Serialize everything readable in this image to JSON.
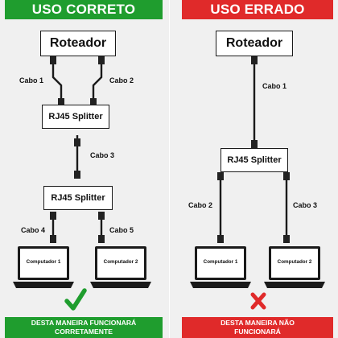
{
  "left": {
    "title": "USO CORRETO",
    "title_color": "#1f9d2e",
    "router_label": "Roteador",
    "splitter1_label": "RJ45 Splitter",
    "splitter2_label": "RJ45 Splitter",
    "cables": [
      "Cabo 1",
      "Cabo 2",
      "Cabo 3",
      "Cabo 4",
      "Cabo 5"
    ],
    "computers": [
      "Computador 1",
      "Computador 2"
    ],
    "result_icon": "checkmark-icon",
    "footer_line1": "DESTA MANEIRA FUNCIONARÁ",
    "footer_line2": "CORRETAMENTE",
    "footer_color": "#1f9d2e"
  },
  "right": {
    "title": "USO ERRADO",
    "title_color": "#e02a2a",
    "router_label": "Roteador",
    "splitter_label": "RJ45 Splitter",
    "cables": [
      "Cabo 1",
      "Cabo 2",
      "Cabo 3"
    ],
    "computers": [
      "Computador 1",
      "Computador 2"
    ],
    "result_icon": "x-mark-icon",
    "footer_line1": "DESTA MANEIRA NÃO",
    "footer_line2": "FUNCIONARÁ",
    "footer_color": "#e02a2a"
  },
  "panel_bg": "#f0f0f0"
}
